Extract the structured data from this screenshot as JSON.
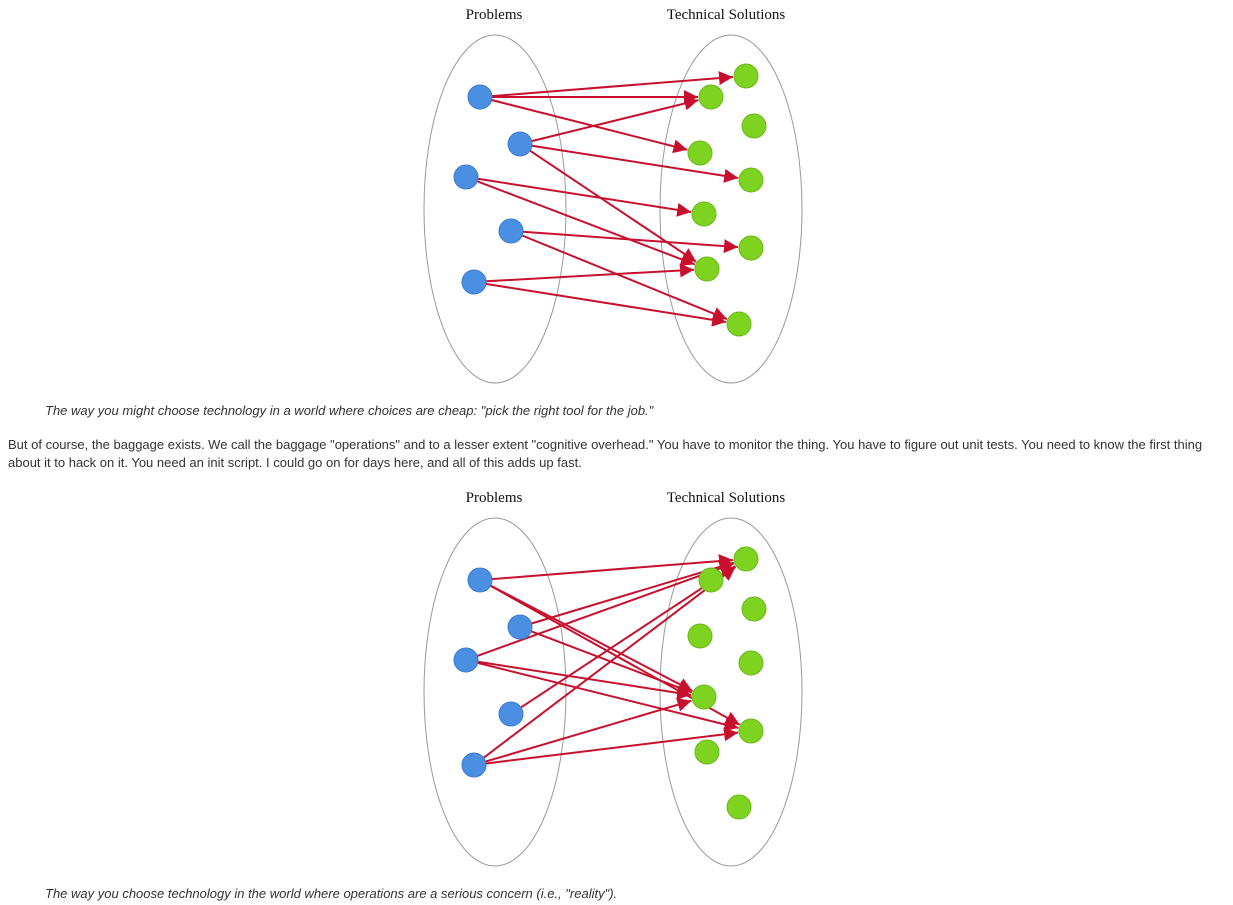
{
  "colors": {
    "problem_node": "#4a8fe2",
    "solution_node": "#7ed321",
    "arrow": "#c8102e",
    "set_outline": "#999999"
  },
  "diagram_1": {
    "left_title": "Problems",
    "right_title": "Technical Solutions",
    "caption": "The way you might choose technology in a world where choices are cheap: \"pick the right tool for the job.\"",
    "edges": [
      [
        0,
        0
      ],
      [
        0,
        1
      ],
      [
        0,
        3
      ],
      [
        1,
        1
      ],
      [
        1,
        4
      ],
      [
        1,
        7
      ],
      [
        2,
        5
      ],
      [
        2,
        7
      ],
      [
        3,
        6
      ],
      [
        3,
        8
      ],
      [
        4,
        7
      ],
      [
        4,
        8
      ]
    ]
  },
  "paragraph": "But of course, the baggage exists. We call the baggage \"operations\" and to a lesser extent \"cognitive overhead.\" You have to monitor the thing. You have to figure out unit tests. You need to know the first thing about it to hack on it. You need an init script. I could go on for days here, and all of this adds up fast.",
  "diagram_2": {
    "left_title": "Problems",
    "right_title": "Technical Solutions",
    "caption": "The way you choose technology in the world where operations are a serious concern (i.e., \"reality\").",
    "edges": [
      [
        0,
        0
      ],
      [
        0,
        5
      ],
      [
        0,
        6
      ],
      [
        1,
        0
      ],
      [
        1,
        5
      ],
      [
        2,
        0
      ],
      [
        2,
        5
      ],
      [
        2,
        6
      ],
      [
        3,
        0
      ],
      [
        4,
        0
      ],
      [
        4,
        5
      ],
      [
        4,
        6
      ]
    ]
  }
}
